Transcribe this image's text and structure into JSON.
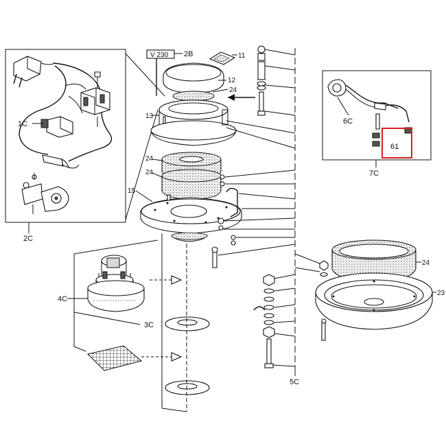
{
  "labels": {
    "v230": "V 230",
    "p2B": "2B",
    "p11": "11",
    "p12": "12",
    "p24a": "24",
    "p13": "13",
    "p24b": "24",
    "p24c": "24",
    "p15": "15",
    "p1C": "1C",
    "p2C": "2C",
    "p4C": "4C",
    "p3C": "3C",
    "p5C": "5C",
    "p6C": "6C",
    "p61": "61",
    "p7C": "7C",
    "p24d": "24",
    "p23": "23"
  },
  "highlight": {
    "part": "61",
    "color": "#d62020"
  }
}
